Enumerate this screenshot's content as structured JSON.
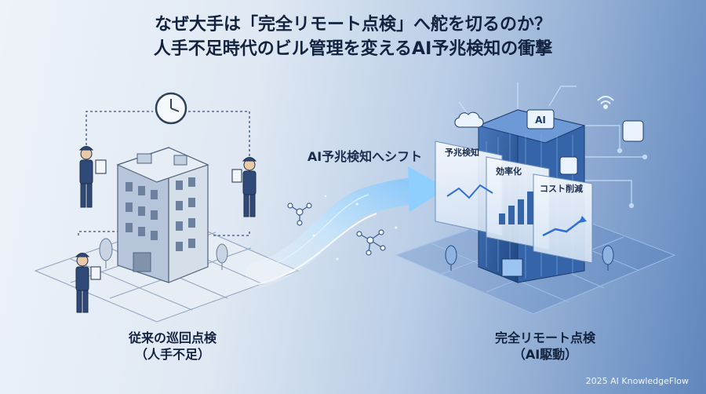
{
  "title": {
    "line1": "なぜ大手は「完全リモート点検」へ舵を切るのか？",
    "line2": "人手不足時代のビル管理を変えるAI予兆検知の衝撃"
  },
  "left": {
    "label_line1": "従来の巡回点検",
    "label_line2": "（人手不足）"
  },
  "right": {
    "label_line1": "完全リモート点検",
    "label_line2": "（AI駆動）",
    "panels": [
      "予兆検知",
      "効率化",
      "コスト削減"
    ],
    "chip_label": "AI"
  },
  "arrow": {
    "label": "AI予兆検知へシフト"
  },
  "credit": "2025 AI KnowledgeFlow",
  "colors": {
    "title": "#13233f",
    "accent": "#2f6fd6",
    "glow": "#9fd8ff",
    "building_left": "#c5d2e2",
    "building_right": "#2d5d9e"
  },
  "icons": [
    "clock-icon",
    "worker-icon",
    "network-node-icon",
    "wifi-icon",
    "ai-chip-icon",
    "cloud-icon"
  ]
}
